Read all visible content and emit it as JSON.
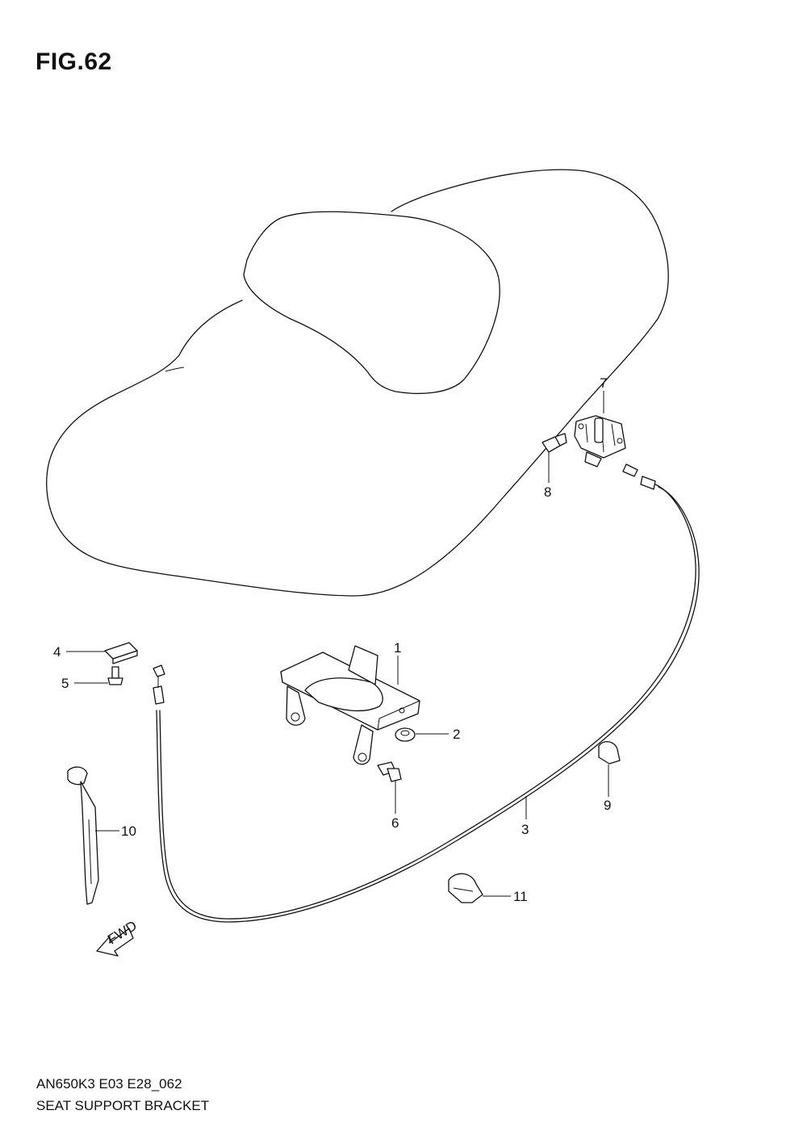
{
  "figure": {
    "title": "FIG.62",
    "model_code": "AN650K3  E03  E28_062",
    "diagram_name": "SEAT SUPPORT BRACKET"
  },
  "arrow": {
    "label": "FWD"
  },
  "parts": [
    {
      "number": "1"
    },
    {
      "number": "2"
    },
    {
      "number": "3"
    },
    {
      "number": "4"
    },
    {
      "number": "5"
    },
    {
      "number": "6"
    },
    {
      "number": "7"
    },
    {
      "number": "8"
    },
    {
      "number": "9"
    },
    {
      "number": "10"
    },
    {
      "number": "11"
    }
  ]
}
